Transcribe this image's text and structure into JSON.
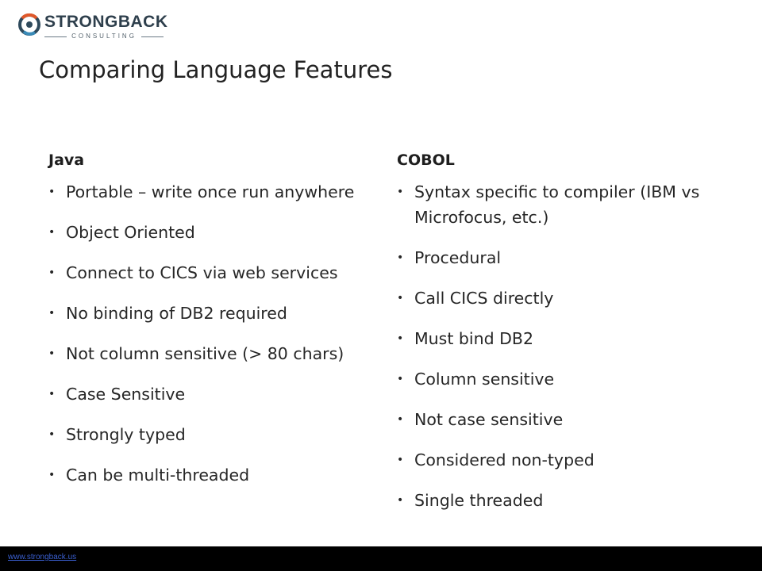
{
  "logo": {
    "name": "STRONGBACK",
    "subtitle": "CONSULTING",
    "colors": {
      "ring_outer": "#2e4a5c",
      "ring_accent": "#e0582a",
      "ring_blue": "#3a8bb8"
    }
  },
  "slide": {
    "title": "Comparing Language Features"
  },
  "columns": {
    "java": {
      "heading": "Java",
      "items": [
        "Portable – write once run anywhere",
        "Object Oriented",
        "Connect to CICS via web services",
        "No binding of DB2 required",
        "Not column sensitive (> 80 chars)",
        "Case Sensitive",
        "Strongly typed",
        "Can be multi-threaded"
      ]
    },
    "cobol": {
      "heading": "COBOL",
      "items": [
        "Syntax specific to compiler (IBM vs Microfocus, etc.)",
        "Procedural",
        "Call CICS directly",
        "Must bind DB2",
        "Column sensitive",
        "Not case sensitive",
        "Considered non-typed",
        "Single threaded"
      ]
    }
  },
  "bullet_glyph": "•",
  "footer": {
    "link_text": "www.strongback.us",
    "background": "#000000",
    "link_color": "#3a5fd0"
  }
}
